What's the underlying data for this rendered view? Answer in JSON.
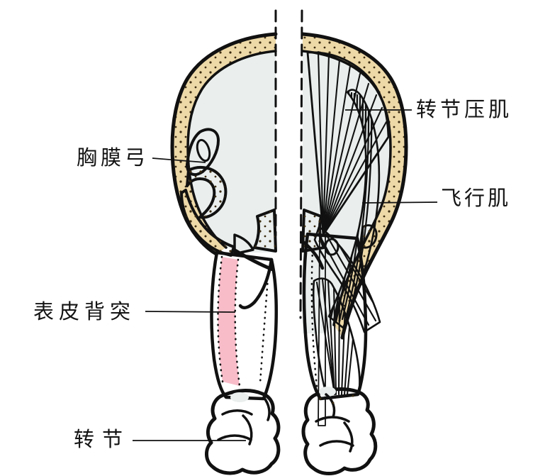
{
  "figure": {
    "description": "Anatomical cut-away diagram of an insect jumping-leg / thorax, left half skeletal with pleural arch, right half musculature",
    "labels": [
      {
        "id": "pleural-arch",
        "text": "胸膜弓",
        "side": "left"
      },
      {
        "id": "cuticular-dorsal-apodeme",
        "text": "表皮背突",
        "side": "left"
      },
      {
        "id": "trochanter",
        "text": "转节",
        "side": "left"
      },
      {
        "id": "trochanter-depressor-muscle",
        "text": "转节压肌",
        "side": "right"
      },
      {
        "id": "flight-muscle",
        "text": "飞行肌",
        "side": "right"
      }
    ],
    "colors": {
      "cuticle": "#edd9a8",
      "trochanter": "#e2c993",
      "interior": "#eaefee",
      "green_muscle": "#abe488",
      "green_tendon": "#6fd153",
      "yellow_muscle": "#f7f5ac",
      "pink_muscle": "#f8bcc9",
      "speckle": "#3b2b10",
      "outline": "#111111",
      "background": "#ffffff"
    }
  }
}
